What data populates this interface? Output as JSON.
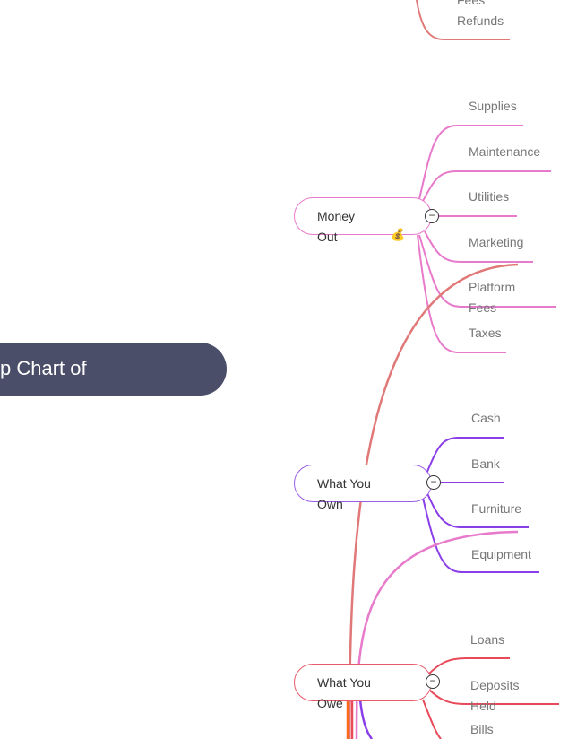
{
  "root": {
    "title": "p Chart of"
  },
  "colors": {
    "root": "#4b4e68",
    "money_out": "#e87acb",
    "what_you_own": "#8a3ee8",
    "what_you_owe": "#e84a5a",
    "refunds_branch": "#e07878",
    "orange": "#ff6a1a"
  },
  "top_branch": {
    "partial_label": "Fees",
    "items": [
      "Refunds"
    ]
  },
  "money_out": {
    "label_line1": "Money",
    "label_line2": "Out",
    "emoji": "💰",
    "toggle": "−",
    "children": [
      "Supplies",
      "Maintenance",
      "Utilities",
      "Marketing",
      "Platform Fees",
      "Taxes"
    ]
  },
  "what_you_own": {
    "label": "What You Own",
    "toggle": "−",
    "children": [
      "Cash",
      "Bank",
      "Furniture",
      "Equipment"
    ]
  },
  "what_you_owe": {
    "label": "What You Owe",
    "toggle": "−",
    "children": [
      "Loans",
      "Deposits Held",
      "Bills"
    ]
  }
}
